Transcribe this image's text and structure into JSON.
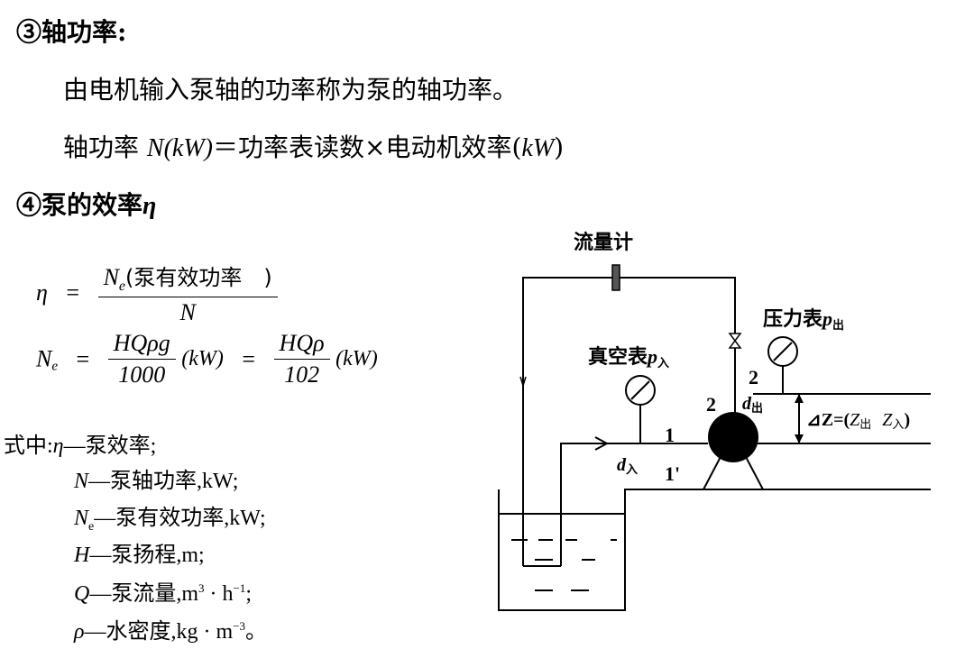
{
  "section3": {
    "heading": "③轴功率:",
    "para": "由电机输入泵轴的功率称为泵的轴功率。",
    "formula_prefix": "轴功率",
    "formula_N": "N(kW)",
    "formula_mid": "＝功率表读数×电动机效率(",
    "formula_unit": "kW",
    "formula_end": ")"
  },
  "section4": {
    "heading": "④泵的效率",
    "eta_symbol": "η"
  },
  "efficiency_formula": {
    "eta": "η",
    "eq": "=",
    "num_symbol": "N",
    "num_sub": "e",
    "num_note": "(泵有效功率　)",
    "den": "N"
  },
  "ne_formula": {
    "lhs": "N",
    "lhs_sub": "e",
    "eq1": "=",
    "num1": "HQρg",
    "den1": "1000",
    "unit1": "(kW)",
    "eq2": "=",
    "num2": "HQρ",
    "den2": "102",
    "unit2": "(kW)"
  },
  "legend": {
    "intro": "式中:",
    "items": [
      {
        "sym": "η",
        "sup": "",
        "desc": "—泵效率;"
      },
      {
        "sym": "N",
        "sup": "",
        "desc": "—泵轴功率,kW;"
      },
      {
        "sym": "N",
        "sub": "e",
        "desc": "—泵有效功率,kW;"
      },
      {
        "sym": "H",
        "desc": "—泵扬程,m;"
      },
      {
        "sym": "Q",
        "desc": "—泵流量,m",
        "sup1": "3",
        "mid": " · h",
        "sup2": "−1",
        "end": ";"
      },
      {
        "sym": "ρ",
        "desc": "—水密度,kg · m",
        "sup1": "−3",
        "end": "。"
      }
    ]
  },
  "diagram": {
    "flowmeter_label": "流量计",
    "pressure_gauge_label": "压力表",
    "pressure_symbol": "p",
    "pressure_sub": "出",
    "vacuum_gauge_label": "真空表",
    "vacuum_symbol": "p",
    "vacuum_sub": "入",
    "point_2_top": "2",
    "point_2_left": "2",
    "point_1": "1",
    "point_1_prime": "1'",
    "d_out": "d",
    "d_out_sub": "出",
    "d_in": "d",
    "d_in_sub": "入",
    "delta_z_prefix": "⊿Z=(",
    "delta_z_z1": "Z",
    "delta_z_z1_sub": "出",
    "delta_z_z2": "Z",
    "delta_z_z2_sub": "入",
    "delta_z_end": ")"
  }
}
